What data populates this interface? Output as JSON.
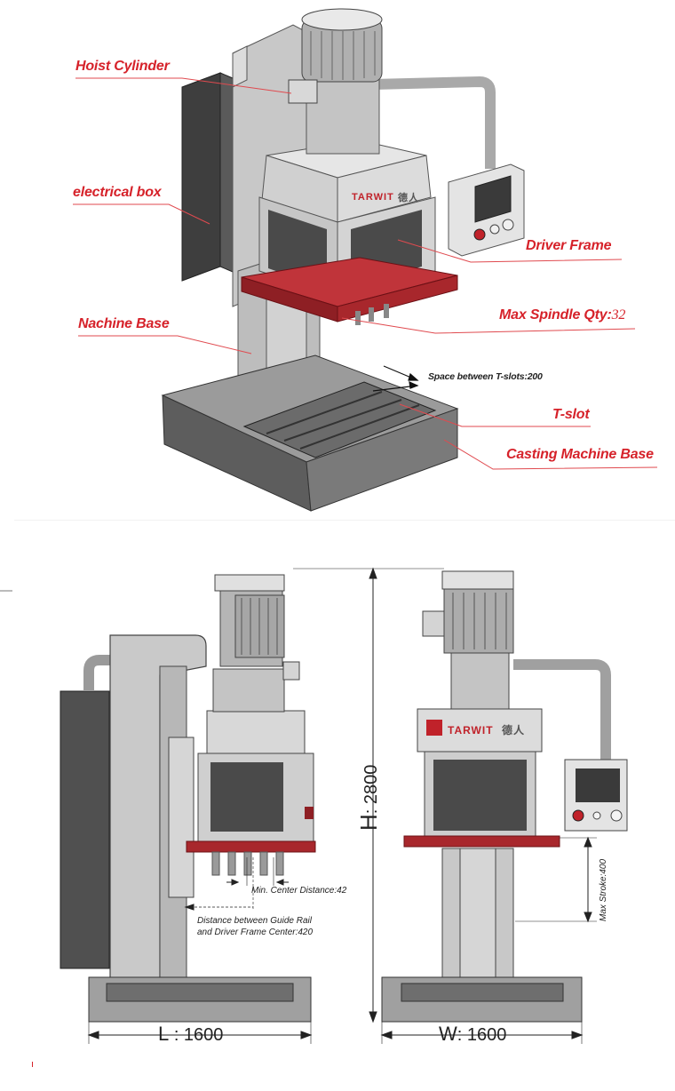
{
  "top_diagram": {
    "labels": {
      "hoist_cylinder": "Hoist Cylinder",
      "electrical_box": "electrical box",
      "driver_frame": "Driver Frame",
      "max_spindle_qty_label": "Max Spindle Qty:",
      "max_spindle_qty_value": "32",
      "nachine_base": "Nachine Base",
      "space_between_tslots": "Space between T-slots:200",
      "t_slot": "T-slot",
      "casting_machine_base": "Casting Machine Base"
    },
    "brand": "TARWIT",
    "brand_cn": "德人"
  },
  "bottom_diagram": {
    "brand": "TARWIT",
    "brand_cn": "德人",
    "height_label": "H",
    "height_value": ": 2800",
    "length_label": "L",
    "length_value": ": 1600",
    "width_label": "W",
    "width_value": ": 1600",
    "min_center_distance": "Min. Center Distance:42",
    "guide_rail_distance_line1": "Distance between Guide Rail",
    "guide_rail_distance_line2": "and Driver Frame Center:420",
    "max_stroke": "Max Stroke:400"
  },
  "colors": {
    "accent_red": "#d6222a",
    "machine_gray": "#c9c9c9",
    "dark_panel": "#4a4a4a",
    "table_red": "#a8272c"
  }
}
